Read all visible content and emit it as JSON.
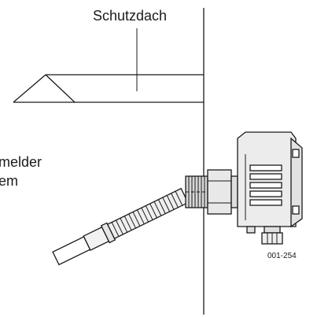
{
  "labels": {
    "canopy": "Schutzdach",
    "side_line1": "melder",
    "side_line2": "em",
    "figure_id": "001-254"
  },
  "colors": {
    "line": "#1a1a1a",
    "housing_fill": "#ececec",
    "thread_fill": "#d7d7d7",
    "background": "#ffffff"
  }
}
